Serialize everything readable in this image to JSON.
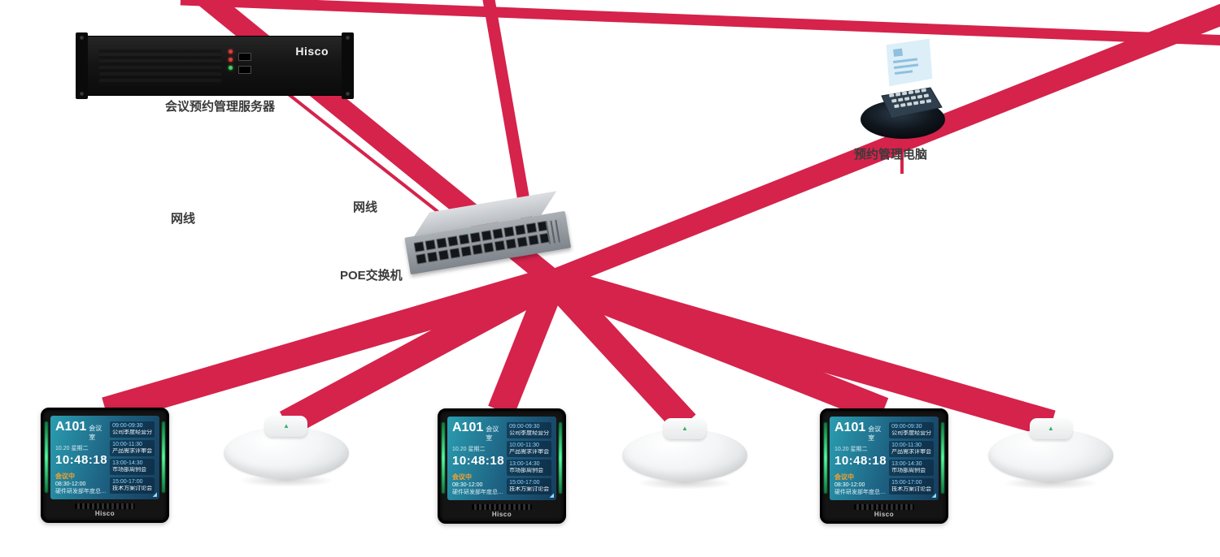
{
  "colors": {
    "link_red": "#d5234b",
    "label_text": "#3a3a3a"
  },
  "icons": {
    "panel_logo": "◢",
    "dome_logo": "▲"
  },
  "labels": {
    "server": "会议预约管理服务器",
    "cable_left": "网线",
    "cable_mid": "网线",
    "switch": "POE交换机",
    "pc": "预约管理电脑"
  },
  "server": {
    "brand": "Hisco"
  },
  "panel": {
    "brand": "Hisco",
    "room": "A101",
    "room_suffix": "会议室",
    "date": "10.20 星期二",
    "time": "10:48:18",
    "status": "会议中",
    "current_range": "08:30-12:00",
    "current_title": "硬件研发部年度总结会议",
    "schedule": [
      {
        "time": "09:00-09:30",
        "title": "公司季度经营分析会"
      },
      {
        "time": "10:00-11:30",
        "title": "产品需求评审会议"
      },
      {
        "time": "13:00-14:30",
        "title": "市场部周例会"
      },
      {
        "time": "15:00-17:00",
        "title": "技术方案讨论会"
      }
    ]
  }
}
